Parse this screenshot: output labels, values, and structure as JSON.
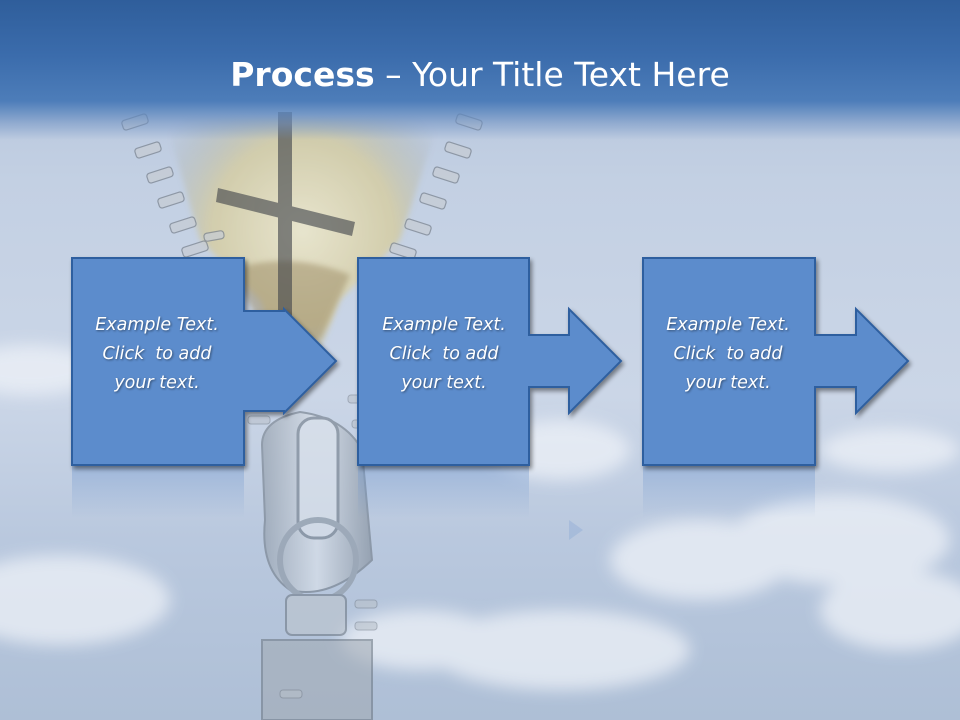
{
  "slide": {
    "title_bold": "Process",
    "title_rest": "– Your Title Text Here",
    "steps": [
      {
        "line1": "Example Text.",
        "line2": "Click  to add",
        "line3": "your text."
      },
      {
        "line1": "Example Text.",
        "line2": "Click  to add",
        "line3": "your text."
      },
      {
        "line1": "Example Text.",
        "line2": "Click  to add",
        "line3": "your text."
      }
    ]
  },
  "colors": {
    "header_blue": "#2f5e9b",
    "box_fill": "#5b8ccc",
    "box_border": "#2e5f9f",
    "text": "#ffffff"
  },
  "icons": {
    "background": "zipper-sky-cross-image",
    "arrow": "right-arrow-shape"
  }
}
